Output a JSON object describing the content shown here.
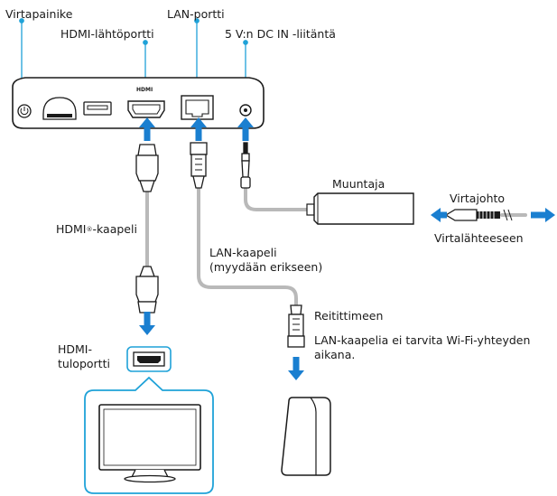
{
  "labels": {
    "power_button": "Virtapainike",
    "hdmi_output": "HDMI-lähtöportti",
    "lan_port": "LAN-portti",
    "dc_in": "5 V:n DC IN -liitäntä",
    "adapter": "Muuntaja",
    "power_cord": "Virtajohto",
    "to_outlet": "Virtalähteeseen",
    "hdmi_cable_prefix": "HDMI",
    "hdmi_cable_mark": "®",
    "hdmi_cable_suffix": "-kaapeli",
    "lan_cable_line1": "LAN-kaapeli",
    "lan_cable_line2": "(myydään erikseen)",
    "router": "Reitittimeen",
    "wifi_note_line1": "LAN-kaapelia ei tarvita Wi-Fi-yhteyden",
    "wifi_note_line2": "aikana.",
    "hdmi_input_line1": "HDMI-",
    "hdmi_input_line2": "tuloportti",
    "hdmi_port_mark": "HDMI"
  },
  "colors": {
    "arrow": "#1a7fd0",
    "callout": "#1fa2d8",
    "cable": "#b9b9b9",
    "outline": "#1a1a1a",
    "device_fill": "#ffffff"
  }
}
